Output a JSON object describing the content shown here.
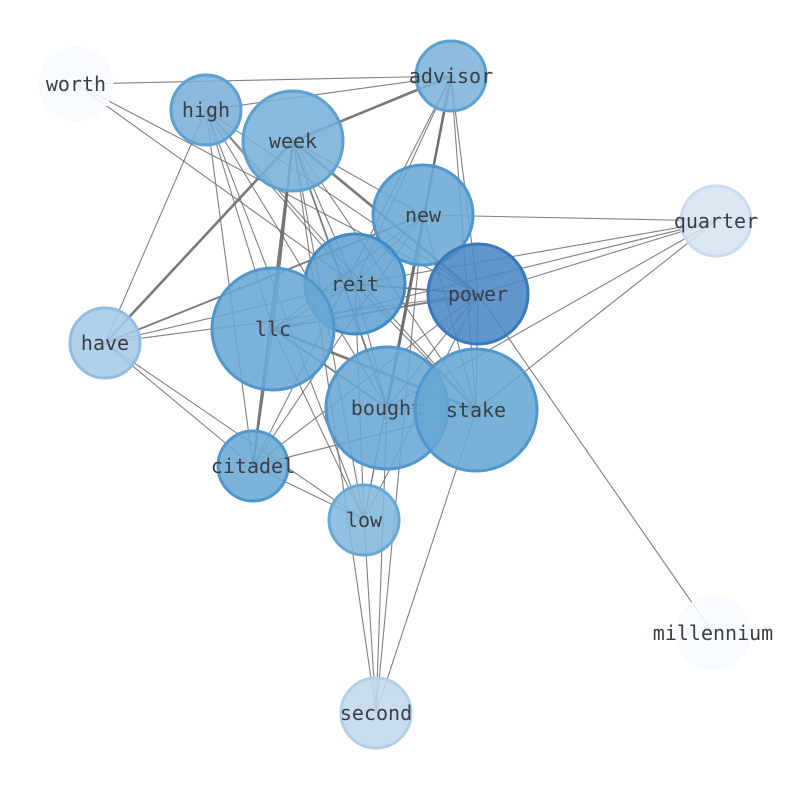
{
  "graph": {
    "nodes": [
      {
        "id": "worth",
        "label": "worth",
        "fill": "#f7fbff",
        "stroke": "#f7fbff"
      },
      {
        "id": "advisor",
        "label": "advisor",
        "fill": "#7db4d9",
        "stroke": "#5aa0d0"
      },
      {
        "id": "high",
        "label": "high",
        "fill": "#79b1d8",
        "stroke": "#5aa0d0"
      },
      {
        "id": "week",
        "label": "week",
        "fill": "#77b0d8",
        "stroke": "#5aa0d0"
      },
      {
        "id": "new",
        "label": "new",
        "fill": "#6ba8d4",
        "stroke": "#4f97cc"
      },
      {
        "id": "quarter",
        "label": "quarter",
        "fill": "#d7e4f3",
        "stroke": "#cadcef"
      },
      {
        "id": "reit",
        "label": "reit",
        "fill": "#62a2d2",
        "stroke": "#3d8cc6"
      },
      {
        "id": "power",
        "label": "power",
        "fill": "#4a87c5",
        "stroke": "#3a78ba"
      },
      {
        "id": "llc",
        "label": "llc",
        "fill": "#6aa7d4",
        "stroke": "#4f97cc"
      },
      {
        "id": "have",
        "label": "have",
        "fill": "#a6cae6",
        "stroke": "#91bde0"
      },
      {
        "id": "bought",
        "label": "bought",
        "fill": "#6aa7d4",
        "stroke": "#4f97cc"
      },
      {
        "id": "stake",
        "label": "stake",
        "fill": "#68a6d3",
        "stroke": "#4f97cc"
      },
      {
        "id": "citadel",
        "label": "citadel",
        "fill": "#6ba8d4",
        "stroke": "#4f97cc"
      },
      {
        "id": "low",
        "label": "low",
        "fill": "#82b8dc",
        "stroke": "#67a8d6"
      },
      {
        "id": "millennium",
        "label": "millennium",
        "fill": "#f7fbff",
        "stroke": "#f7fbff"
      },
      {
        "id": "second",
        "label": "second",
        "fill": "#c0d8ec",
        "stroke": "#b2cfe8"
      }
    ],
    "edges": [
      [
        "worth",
        "advisor",
        "thin"
      ],
      [
        "worth",
        "power",
        "thin"
      ],
      [
        "worth",
        "reit",
        "thin"
      ],
      [
        "high",
        "advisor",
        "thin"
      ],
      [
        "high",
        "llc",
        "thin"
      ],
      [
        "high",
        "reit",
        "thin"
      ],
      [
        "high",
        "power",
        "thin"
      ],
      [
        "high",
        "citadel",
        "thin"
      ],
      [
        "high",
        "low",
        "thin"
      ],
      [
        "high",
        "stake",
        "thin"
      ],
      [
        "high",
        "have",
        "thin"
      ],
      [
        "high",
        "bought",
        "thin"
      ],
      [
        "week",
        "advisor",
        "thick"
      ],
      [
        "week",
        "have",
        "thick"
      ],
      [
        "week",
        "citadel",
        "thick"
      ],
      [
        "week",
        "power",
        "thick"
      ],
      [
        "week",
        "new",
        "thin"
      ],
      [
        "week",
        "bought",
        "medium"
      ],
      [
        "week",
        "low",
        "thin"
      ],
      [
        "week",
        "stake",
        "thin"
      ],
      [
        "week",
        "llc",
        "medium"
      ],
      [
        "week",
        "reit",
        "thin"
      ],
      [
        "week",
        "second",
        "thin"
      ],
      [
        "advisor",
        "bought",
        "thick"
      ],
      [
        "advisor",
        "stake",
        "thin"
      ],
      [
        "advisor",
        "citadel",
        "thin"
      ],
      [
        "advisor",
        "reit",
        "thin"
      ],
      [
        "advisor",
        "power",
        "thin"
      ],
      [
        "advisor",
        "low",
        "thin"
      ],
      [
        "new",
        "quarter",
        "thin"
      ],
      [
        "new",
        "reit",
        "thin"
      ],
      [
        "new",
        "llc",
        "thin"
      ],
      [
        "new",
        "bought",
        "medium"
      ],
      [
        "new",
        "stake",
        "thin"
      ],
      [
        "new",
        "have",
        "medium"
      ],
      [
        "new",
        "citadel",
        "thin"
      ],
      [
        "new",
        "low",
        "thin"
      ],
      [
        "new",
        "second",
        "thin"
      ],
      [
        "quarter",
        "reit",
        "thin"
      ],
      [
        "quarter",
        "power",
        "thin"
      ],
      [
        "quarter",
        "stake",
        "thin"
      ],
      [
        "quarter",
        "llc",
        "thin"
      ],
      [
        "quarter",
        "bought",
        "thin"
      ],
      [
        "reit",
        "power",
        "medium"
      ],
      [
        "reit",
        "bought",
        "thin"
      ],
      [
        "reit",
        "llc",
        "thin"
      ],
      [
        "reit",
        "low",
        "thin"
      ],
      [
        "reit",
        "have",
        "thin"
      ],
      [
        "reit",
        "stake",
        "thin"
      ],
      [
        "power",
        "llc",
        "medium"
      ],
      [
        "power",
        "have",
        "thin"
      ],
      [
        "power",
        "millennium",
        "thin"
      ],
      [
        "power",
        "bought",
        "thin"
      ],
      [
        "power",
        "stake",
        "thin"
      ],
      [
        "power",
        "citadel",
        "thin"
      ],
      [
        "power",
        "low",
        "thin"
      ],
      [
        "llc",
        "stake",
        "thick"
      ],
      [
        "llc",
        "bought",
        "medium"
      ],
      [
        "llc",
        "citadel",
        "thin"
      ],
      [
        "llc",
        "low",
        "thin"
      ],
      [
        "have",
        "citadel",
        "thin"
      ],
      [
        "have",
        "low",
        "thin"
      ],
      [
        "citadel",
        "stake",
        "thin"
      ],
      [
        "citadel",
        "low",
        "thin"
      ],
      [
        "bought",
        "stake",
        "thin"
      ],
      [
        "bought",
        "second",
        "thin"
      ],
      [
        "stake",
        "second",
        "thin"
      ],
      [
        "low",
        "second",
        "thin"
      ]
    ]
  }
}
